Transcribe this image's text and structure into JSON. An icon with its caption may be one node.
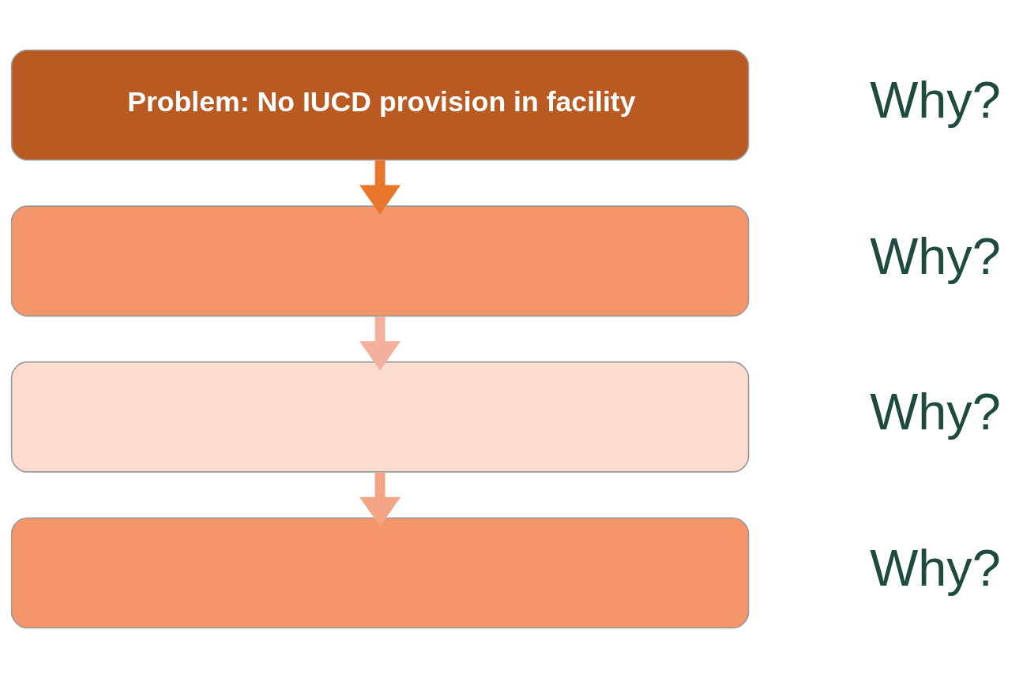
{
  "diagram": {
    "nodes": [
      {
        "text": [
          "Problem: No IUCD provision in facility"
        ],
        "beside": [
          "Why?"
        ]
      },
      {
        "text": [],
        "shape": "box",
        "beside": [
          "Why?"
        ]
      },
      {
        "text": [],
        "shape": "box",
        "beside": [
          "Why?"
        ]
      },
      {
        "text": [],
        "shape": "box",
        "beside": [
          "Why?"
        ]
      }
    ],
    "edges": [
      {
        "from": 0,
        "to": 1,
        "arrow": "to",
        "color": "#e8762c"
      },
      {
        "from": 1,
        "to": 2,
        "arrow": "to",
        "color": "#f4b09a"
      },
      {
        "from": 2,
        "to": 3,
        "arrow": "to",
        "color": "#f3a585"
      }
    ]
  }
}
